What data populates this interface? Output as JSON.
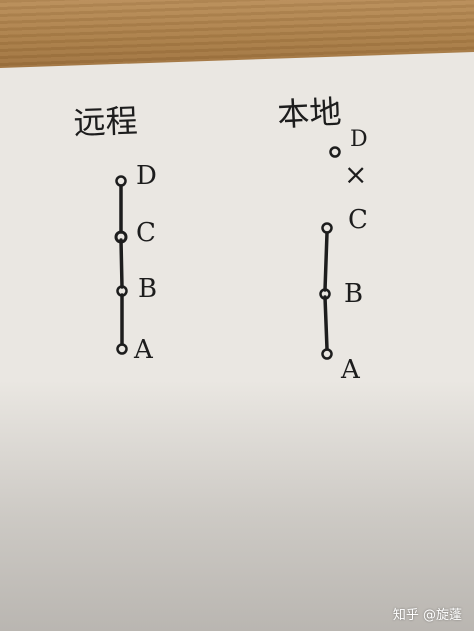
{
  "labels": {
    "remote_title": "远程",
    "local_title": "本地",
    "cross": "×"
  },
  "remote_nodes": [
    "D",
    "C",
    "B",
    "A"
  ],
  "local_nodes": [
    "D",
    "C",
    "B",
    "A"
  ],
  "watermark": "知乎 @旋蓬",
  "colors": {
    "ink": "#1d1d1d",
    "paper": "#e9e6e1",
    "desk": "#a97c45"
  }
}
